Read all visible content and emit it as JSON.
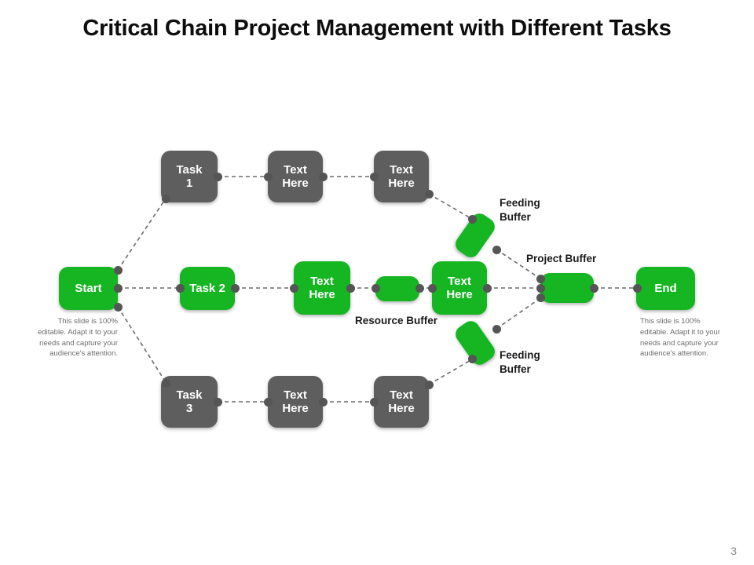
{
  "slide": {
    "title": "Critical Chain Project Management with Different Tasks",
    "page_number": "3",
    "colors": {
      "green": "#16b522",
      "gray": "#5e5e5e",
      "dot": "#555555",
      "title_text": "#0d0d0d",
      "note_text": "#6d6d6d",
      "background": "#ffffff"
    }
  },
  "notes": {
    "left": "This slide is 100% editable. Adapt it to your needs and capture your audience's attention.",
    "right": "This slide is 100% editable. Adapt it to your needs and capture your audience's attention."
  },
  "captions": {
    "feeding_buffer_top": "Feeding\nBuffer",
    "project_buffer": "Project Buffer",
    "resource_buffer": "Resource Buffer",
    "feeding_buffer_bottom": "Feeding\nBuffer"
  },
  "nodes": {
    "start": "Start",
    "end": "End",
    "top_task_1": "Task\n1",
    "top_text_1": "Text\nHere",
    "top_text_2": "Text\nHere",
    "mid_task_2": "Task 2",
    "mid_text_1": "Text\nHere",
    "mid_resource_buffer": "",
    "mid_text_2": "Text\nHere",
    "project_buffer_box": "",
    "bottom_task_3": "Task\n3",
    "bottom_text_1": "Text\nHere",
    "bottom_text_2": "Text\nHere",
    "feeding_buffer_top_box": "",
    "feeding_buffer_bottom_box": ""
  }
}
